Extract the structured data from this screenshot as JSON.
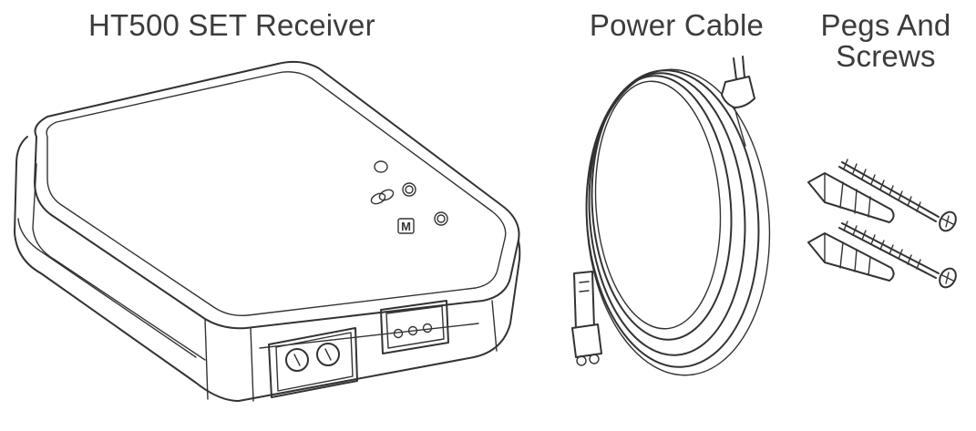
{
  "labels": {
    "receiver": "HT500 SET Receiver",
    "cable": "Power Cable",
    "pegs_line1": "Pegs And",
    "pegs_line2": "Screws"
  },
  "device": {
    "mode_button_letter": "M"
  },
  "colors": {
    "stroke": "#333333",
    "text": "#3c3c3c",
    "background": "#ffffff"
  }
}
